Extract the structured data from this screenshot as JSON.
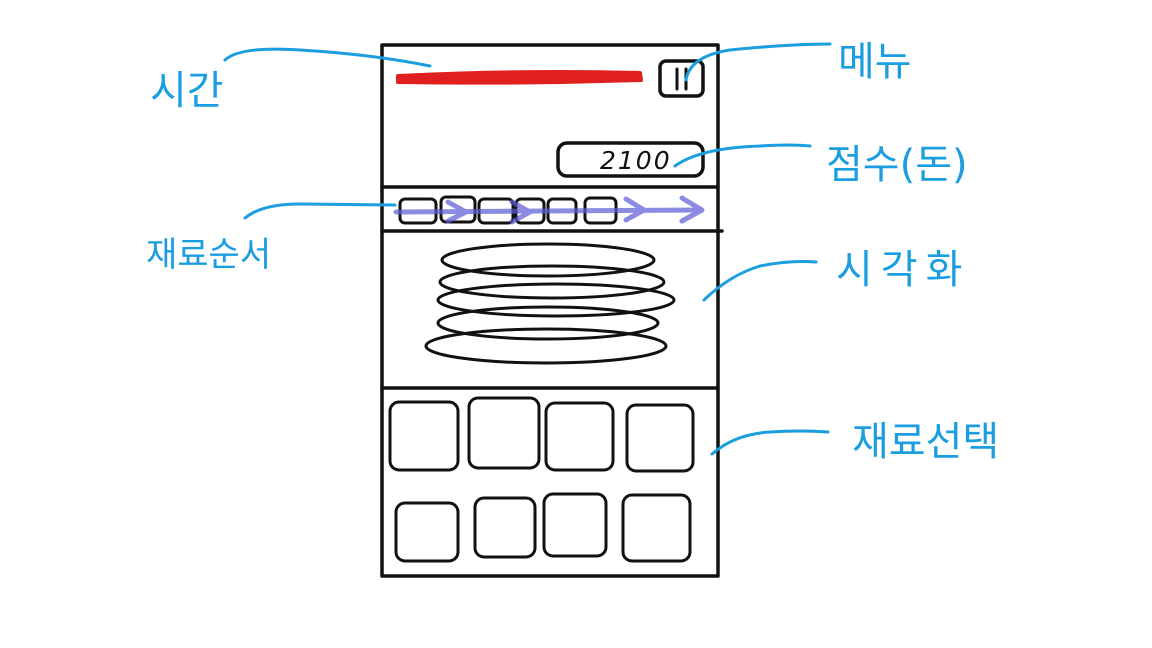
{
  "labels": {
    "time": "시간",
    "menu": "메뉴",
    "score": "점수(돈)",
    "ingredient_order": "재료순서",
    "visualization": "시각화",
    "ingredient_select": "재료선택"
  },
  "phone": {
    "score_value": "2100",
    "pause_symbol": "II",
    "ingredient_order_slots": 6,
    "stack_layers": 5,
    "ingredient_buttons": 8
  },
  "colors": {
    "annotation": "#1a9ee0",
    "time_bar": "#e02020",
    "order_arrow": "#5b5bd6",
    "outline": "#111111"
  }
}
